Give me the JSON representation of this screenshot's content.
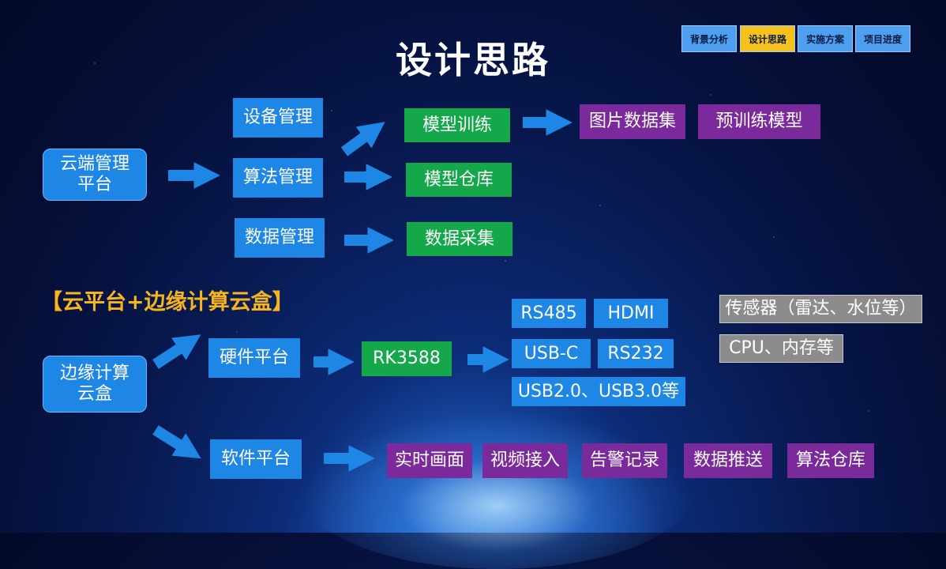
{
  "title": "设计思路",
  "tabs": [
    {
      "label": "背景分析",
      "active": false
    },
    {
      "label": "设计思路",
      "active": true
    },
    {
      "label": "实施方案",
      "active": false
    },
    {
      "label": "项目进度",
      "active": false
    }
  ],
  "cloud": {
    "root": "云端管理\n平台",
    "branches": [
      "设备管理",
      "算法管理",
      "数据管理"
    ],
    "targets": [
      "模型训练",
      "模型仓库",
      "数据采集"
    ],
    "training_outputs": [
      "图片数据集",
      "预训练模型"
    ]
  },
  "subtitle": "【云平台+边缘计算云盒】",
  "edge": {
    "root": "边缘计算\n云盒",
    "hardware": "硬件平台",
    "chip": "RK3588",
    "interfaces": [
      "RS485",
      "HDMI",
      "USB-C",
      "RS232",
      "USB2.0、USB3.0等"
    ],
    "sensors": [
      "传感器（雷达、水位等）",
      "CPU、内存等"
    ],
    "software": "软件平台",
    "features": [
      "实时画面",
      "视频接入",
      "告警记录",
      "数据推送",
      "算法仓库"
    ]
  },
  "colors": {
    "blue": "#1e86e4",
    "green": "#14a84a",
    "purple": "#7b2a9c",
    "gray": "#8c8c8c",
    "tab": "#4f9ff0",
    "tab_active": "#f5c21c",
    "subtitle": "#f7b51d"
  }
}
